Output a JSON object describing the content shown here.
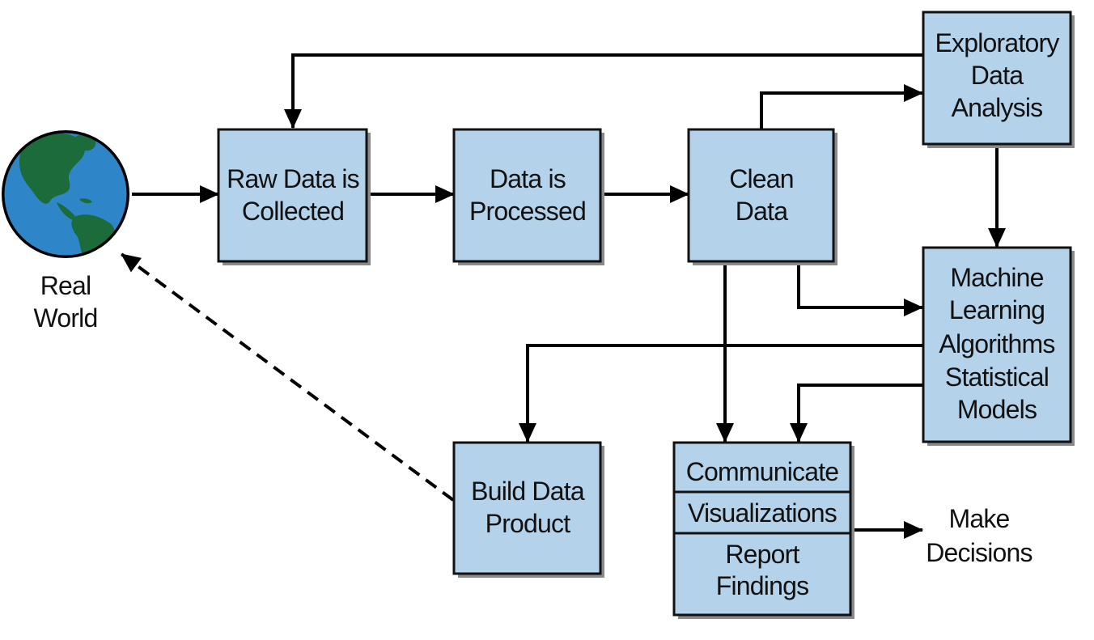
{
  "colors": {
    "box_fill": "#b4d3ea",
    "box_stroke": "#111111",
    "shadow": "#8a8a8a",
    "arrow": "#000000",
    "ocean": "#2e86c9",
    "land": "#1c6b3a"
  },
  "real_world": {
    "icon": "globe-icon",
    "label_line1": "Real",
    "label_line2": "World"
  },
  "boxes": {
    "raw_data": {
      "line1": "Raw Data is",
      "line2": "Collected"
    },
    "processed": {
      "line1": "Data is",
      "line2": "Processed"
    },
    "clean": {
      "line1": "Clean",
      "line2": "Data"
    },
    "eda": {
      "line1": "Exploratory",
      "line2": "Data",
      "line3": "Analysis"
    },
    "ml": {
      "line1": "Machine",
      "line2": "Learning",
      "line3": "Algorithms",
      "line4": "Statistical",
      "line5": "Models"
    },
    "build": {
      "line1": "Build Data",
      "line2": "Product"
    },
    "communicate": {
      "part1": "Communicate",
      "part2": "Visualizations",
      "part3_line1": "Report",
      "part3_line2": "Findings"
    }
  },
  "decisions": {
    "line1": "Make",
    "line2": "Decisions"
  }
}
